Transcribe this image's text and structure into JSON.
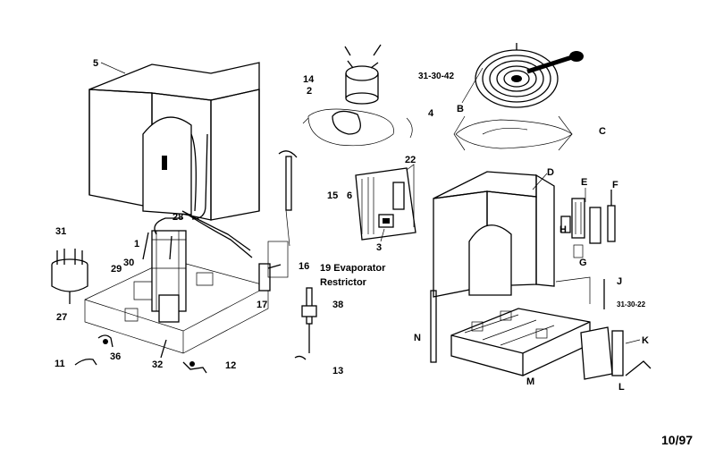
{
  "figure": {
    "date_code": "10/97",
    "callouts": {
      "n5": "5",
      "n14": "14",
      "n2": "2",
      "n4": "4",
      "n313042": "31-30-42",
      "B": "B",
      "C": "C",
      "D": "D",
      "E": "E",
      "F": "F",
      "G": "G",
      "H": "H",
      "n22": "22",
      "n15": "15",
      "n6": "6",
      "n3": "3",
      "n28": "28",
      "n31": "31",
      "n1": "1",
      "n30": "30",
      "n29": "29",
      "n27": "27",
      "n16": "16",
      "n19": "19 Evaporator",
      "restrictor": "Restrictor",
      "n17": "17",
      "n38": "38",
      "n11": "11",
      "n36": "36",
      "n32": "32",
      "n12": "12",
      "n13": "13",
      "J": "J",
      "n313022": "31-30-22",
      "N": "N",
      "M": "M",
      "K": "K",
      "L": "L"
    }
  }
}
